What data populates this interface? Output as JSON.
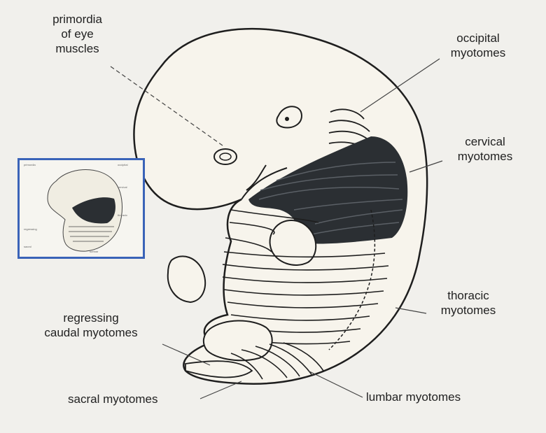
{
  "labels": {
    "eye_muscles": [
      "primordia",
      "of eye",
      "muscles"
    ],
    "occipital": [
      "occipital",
      "myotomes"
    ],
    "cervical": [
      "cervical",
      "myotomes"
    ],
    "thoracic": [
      "thoracic",
      "myotomes"
    ],
    "caudal": [
      "regressing",
      "caudal myotomes"
    ],
    "sacral": "sacral myotomes",
    "lumbar": "lumbar myotomes"
  },
  "colors": {
    "background": "#f1f0ec",
    "embryo_fill": "#f7f4ec",
    "outline": "#1e1e1e",
    "cervical_fill": "#2b2f33",
    "inset_border": "#3a63b8"
  },
  "inset": {
    "description_icon": "thumbnail-icon"
  }
}
